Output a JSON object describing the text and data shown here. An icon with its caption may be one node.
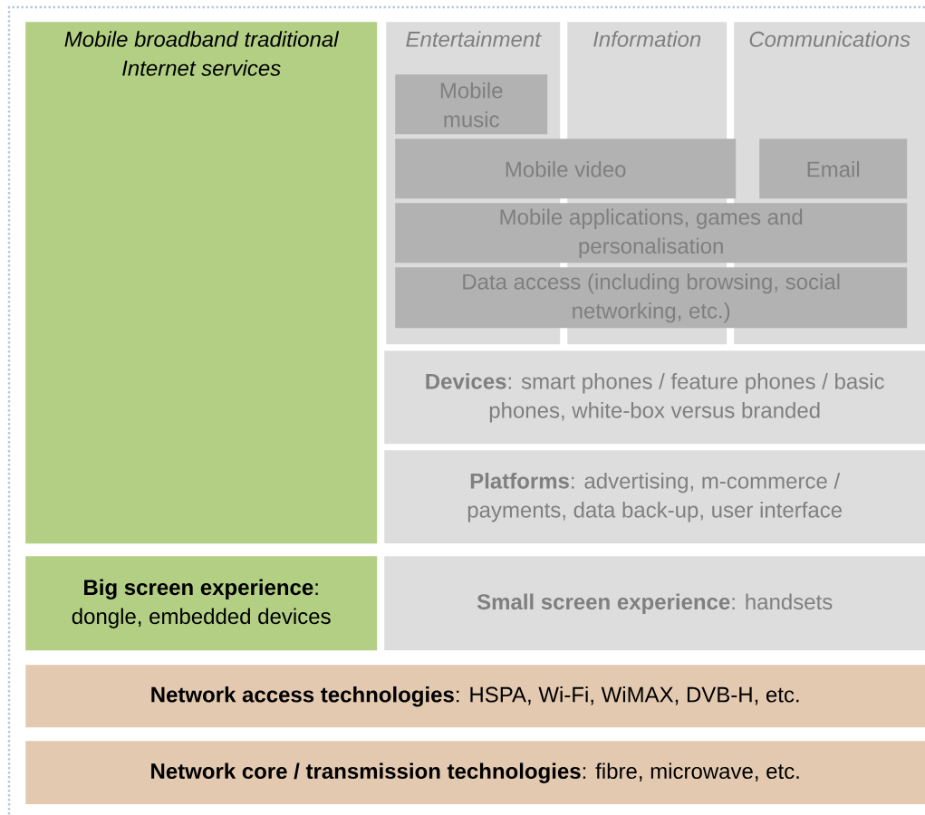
{
  "diagram": {
    "nodes": [
      {
        "text": [
          "Mobile broadband traditional Internet services"
        ]
      },
      {
        "text": [
          "Entertainment"
        ]
      },
      {
        "text": [
          "Mobile music"
        ],
        "in": 1
      },
      {
        "text": [
          "Information"
        ]
      },
      {
        "text": [
          "Communications"
        ]
      },
      {
        "text": [
          "Mobile video"
        ]
      },
      {
        "text": [
          "Email"
        ],
        "in": 4
      },
      {
        "text": [
          "Mobile applications, games and personalisation"
        ]
      },
      {
        "text": [
          "Data access (including browsing, social networking, etc.)"
        ]
      },
      {
        "text": [
          "**Devices**: smart phones / feature phones / basic phones, white-box versus branded"
        ]
      },
      {
        "text": [
          "**Platforms**: advertising, m-commerce / payments, data back-up, user interface"
        ]
      },
      {
        "text": [
          "**Big screen experience**: dongle, embedded devices"
        ]
      },
      {
        "text": [
          "**Small screen experience**: handsets"
        ]
      },
      {
        "text": [
          "**Network access technologies**: HSPA, Wi-Fi, WiMAX, DVB-H, etc."
        ]
      },
      {
        "text": [
          "**Network core / transmission technologies**: fibre, microwave, etc."
        ]
      }
    ]
  }
}
